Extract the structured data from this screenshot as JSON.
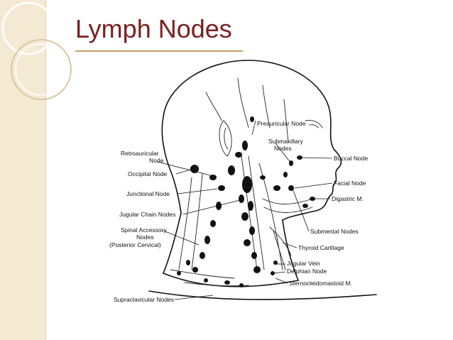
{
  "slide": {
    "title": "Lymph Nodes",
    "accent_color": "#7a2020",
    "band_color": "#f4ead4"
  },
  "diagram": {
    "labels": {
      "preauricular": "Preauricular  Node",
      "submaxillary_1": "Submaxillary",
      "submaxillary_2": "Nodes",
      "buccal": "Buccal Node",
      "retroauricular_1": "Retroauricular",
      "retroauricular_2": "Node",
      "occipital": "Occipital  Node",
      "facial": "Facial Node",
      "junctional": "Junctional   Node",
      "digastric": "Digastric  M.",
      "jugular_chain": "Jugular Chain Nodes",
      "spinal_1": "Spinal Accessory",
      "spinal_2": "Nodes",
      "spinal_3": "(Posterior Cervical)",
      "submental": "Submental  Nodes",
      "thyroid": "Thyroid  Cartilage",
      "jugular_vein": "Jugular Vein",
      "delphian": "Delphian Node",
      "sternocleidomastoid": "Sternocleidomastoid  M.",
      "supraclavicular": "Supraclavicular Nodes"
    }
  }
}
